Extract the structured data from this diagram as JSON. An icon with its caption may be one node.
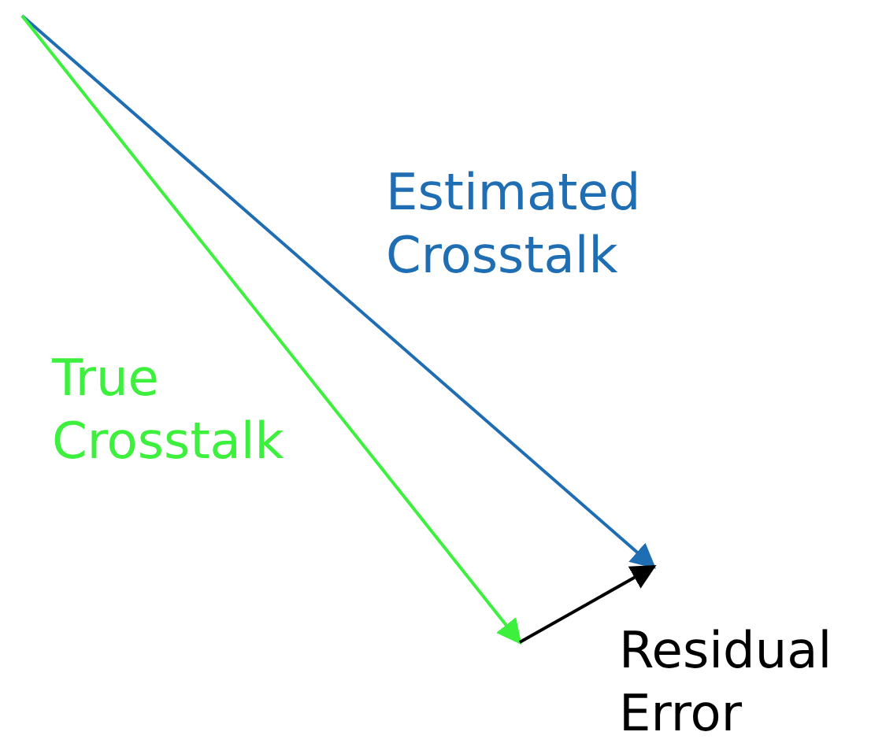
{
  "diagram": {
    "labels": [
      "Estimated Crosstalk",
      "True Crosstalk",
      "Residual Error"
    ]
  }
}
